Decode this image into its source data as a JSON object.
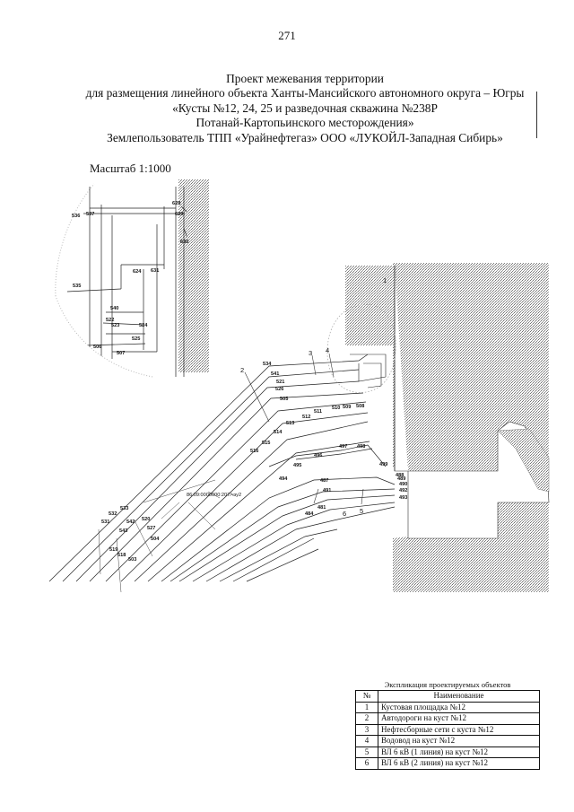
{
  "page_number": "271",
  "title_lines": [
    "Проект межевания территории",
    "для размещения линейного объекта Ханты-Мансийского автономного округа – Югры",
    "«Кусты №12, 24, 25  и разведочная скважина №238Р",
    "Потанай-Картопьинского месторождения»",
    "Землепользователь ТПП «Урайнефтегаз» ООО «ЛУКОЙЛ-Западная Сибирь»"
  ],
  "scale_label": "Масштаб 1:1000",
  "colors": {
    "line": "#222222",
    "hatch": "#8a8a8a",
    "dot": "#b0b0b0"
  },
  "inset_points": [
    {
      "id": "536"
    },
    {
      "id": "537"
    },
    {
      "id": "628"
    },
    {
      "id": "629"
    },
    {
      "id": "630"
    },
    {
      "id": "624"
    },
    {
      "id": "631"
    },
    {
      "id": "535"
    },
    {
      "id": "540"
    },
    {
      "id": "522"
    },
    {
      "id": "523"
    },
    {
      "id": "524"
    },
    {
      "id": "525"
    },
    {
      "id": "506"
    },
    {
      "id": "507"
    }
  ],
  "main_points": [
    {
      "id": "534"
    },
    {
      "id": "541"
    },
    {
      "id": "521"
    },
    {
      "id": "526"
    },
    {
      "id": "505"
    },
    {
      "id": "510"
    },
    {
      "id": "509"
    },
    {
      "id": "508"
    },
    {
      "id": "511"
    },
    {
      "id": "512"
    },
    {
      "id": "513"
    },
    {
      "id": "514"
    },
    {
      "id": "515"
    },
    {
      "id": "516"
    },
    {
      "id": "497"
    },
    {
      "id": "498"
    },
    {
      "id": "496"
    },
    {
      "id": "495"
    },
    {
      "id": "499"
    },
    {
      "id": "494"
    },
    {
      "id": "487"
    },
    {
      "id": "491"
    },
    {
      "id": "489"
    },
    {
      "id": "490"
    },
    {
      "id": "492"
    },
    {
      "id": "493"
    },
    {
      "id": "488"
    },
    {
      "id": "481"
    },
    {
      "id": "484"
    },
    {
      "id": "532"
    },
    {
      "id": "533"
    },
    {
      "id": "531"
    },
    {
      "id": "542"
    },
    {
      "id": "543"
    },
    {
      "id": "520"
    },
    {
      "id": "527"
    },
    {
      "id": "504"
    },
    {
      "id": "519"
    },
    {
      "id": "518"
    },
    {
      "id": "503"
    }
  ],
  "object_labels": [
    "1",
    "2",
    "3",
    "4",
    "5",
    "6"
  ],
  "cadastral_label": "86:09:0000000:207/чзу2",
  "legend": {
    "caption": "Экспликация проектируемых объектов",
    "header": {
      "num": "№",
      "name": "Наименование"
    },
    "rows": [
      {
        "num": "1",
        "name": "Кустовая площадка №12"
      },
      {
        "num": "2",
        "name": "Автодороги на куст №12"
      },
      {
        "num": "3",
        "name": "Нефтесборные сети с куста №12"
      },
      {
        "num": "4",
        "name": "Водовод на куст №12"
      },
      {
        "num": "5",
        "name": "ВЛ 6 кВ (1 линия) на куст №12"
      },
      {
        "num": "6",
        "name": "ВЛ 6 кВ (2 линия) на куст №12"
      }
    ]
  }
}
